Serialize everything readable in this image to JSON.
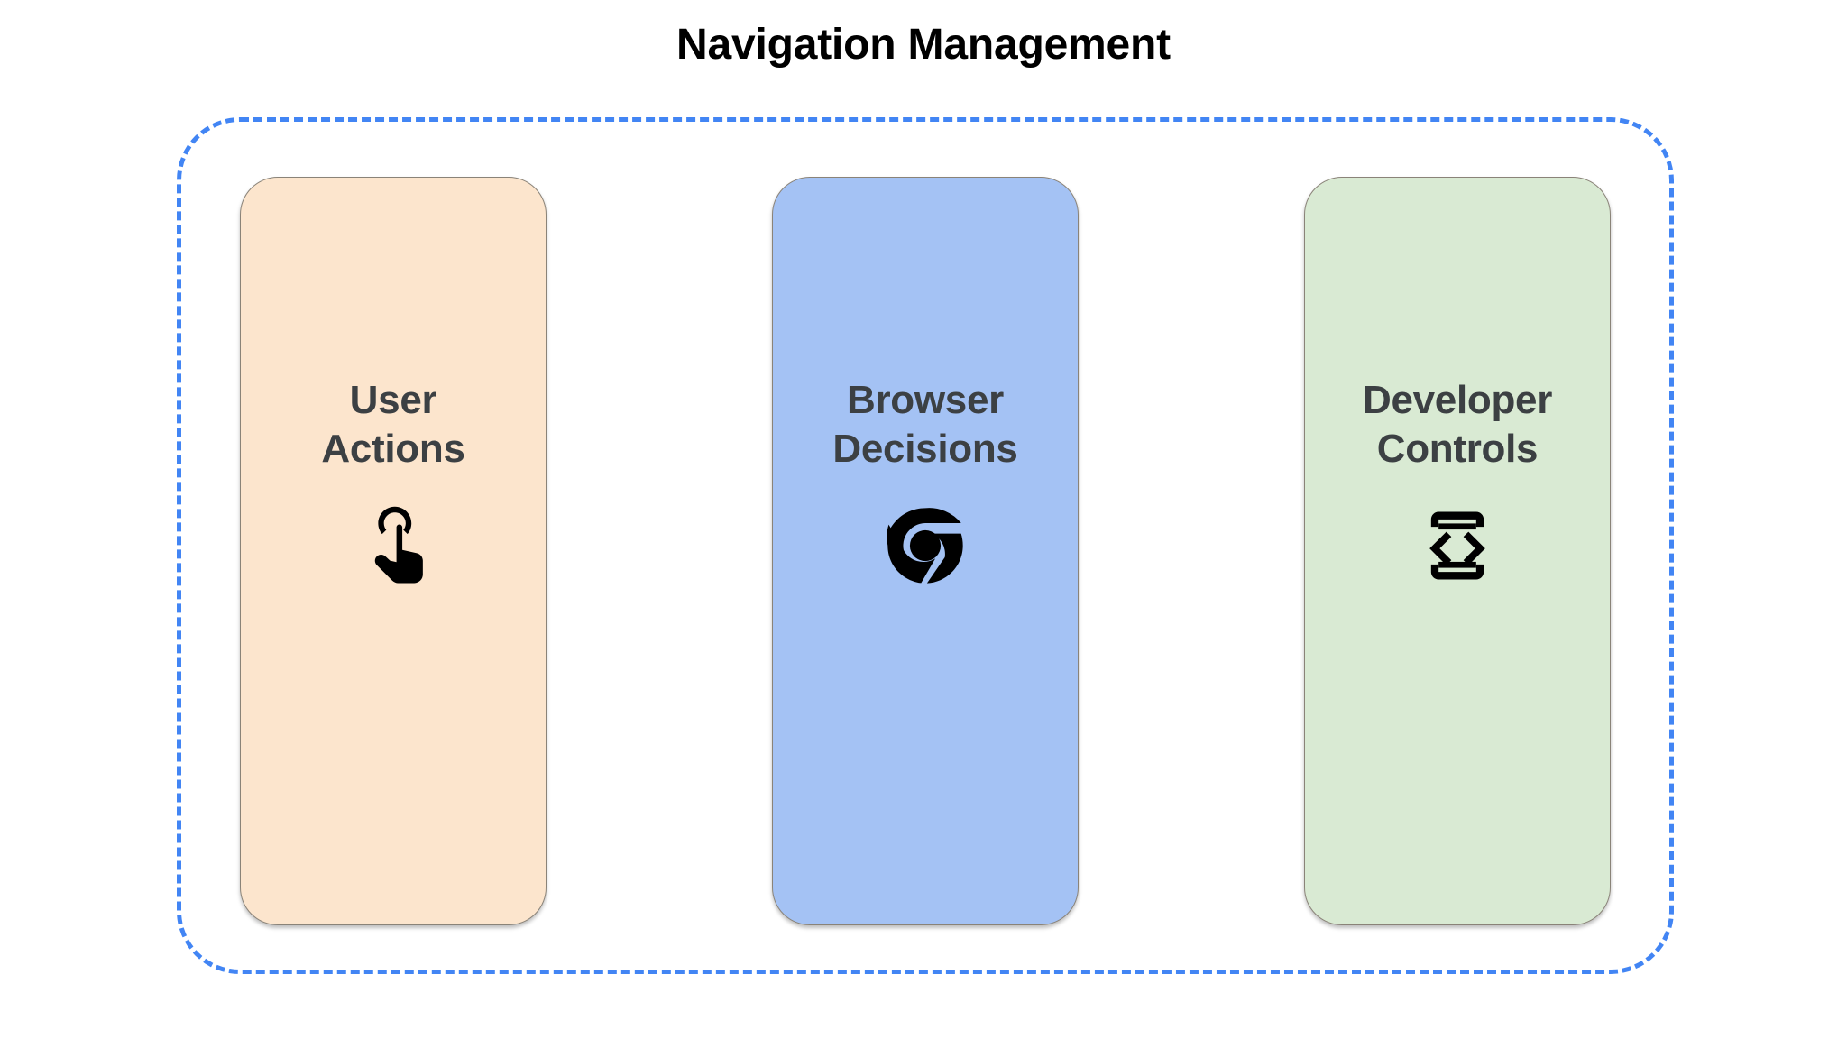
{
  "title": "Navigation Management",
  "colors": {
    "container_border": "#4285F4",
    "title_text": "#000000",
    "card_text": "#3c4043",
    "card_stroke": "#8a8378",
    "icon": "#000000",
    "background": "#ffffff"
  },
  "container": {
    "border_style": "dashed",
    "name": "navigation-management-group"
  },
  "cards": [
    {
      "label": "User\nActions",
      "label_line1": "User",
      "label_line2": "Actions",
      "fill": "#FCE5CD",
      "icon": "touch-app-icon",
      "key": "user-actions"
    },
    {
      "label": "Browser\nDecisions",
      "label_line1": "Browser",
      "label_line2": "Decisions",
      "fill": "#A4C2F4",
      "icon": "chrome-icon",
      "key": "browser-decisions"
    },
    {
      "label": "Developer\nControls",
      "label_line1": "Developer",
      "label_line2": "Controls",
      "fill": "#D9EAD3",
      "icon": "developer-mode-icon",
      "key": "developer-controls"
    }
  ]
}
